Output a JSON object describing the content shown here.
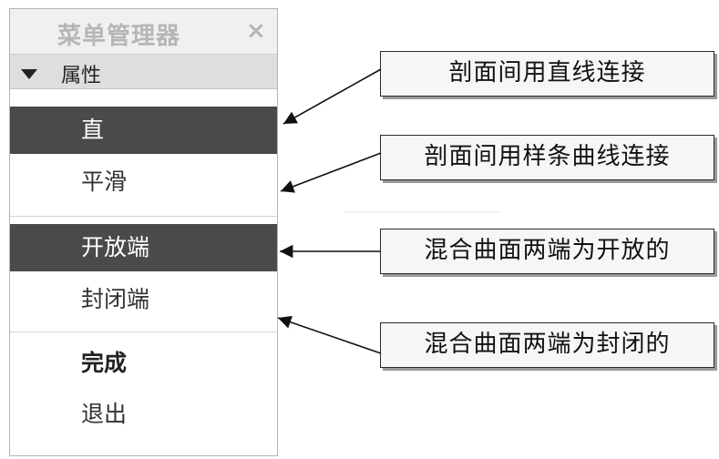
{
  "menu_manager": {
    "title": "菜单管理器",
    "close_symbol": "×",
    "section": {
      "label": "属性",
      "expanded": true
    },
    "groups": [
      [
        {
          "label": "直",
          "selected": true
        },
        {
          "label": "平滑",
          "selected": false
        }
      ],
      [
        {
          "label": "开放端",
          "selected": true
        },
        {
          "label": "封闭端",
          "selected": false
        }
      ],
      [
        {
          "label": "完成",
          "bold": true
        },
        {
          "label": "退出",
          "bold": false
        }
      ]
    ]
  },
  "callouts": [
    "剖面间用直线连接",
    "剖面间用样条曲线连接",
    "混合曲面两端为开放的",
    "混合曲面两端为封闭的"
  ],
  "colors": {
    "selected_bg": "#4a4a4a",
    "header_bg": "#f0f0f0",
    "section_bg": "#dedede"
  }
}
